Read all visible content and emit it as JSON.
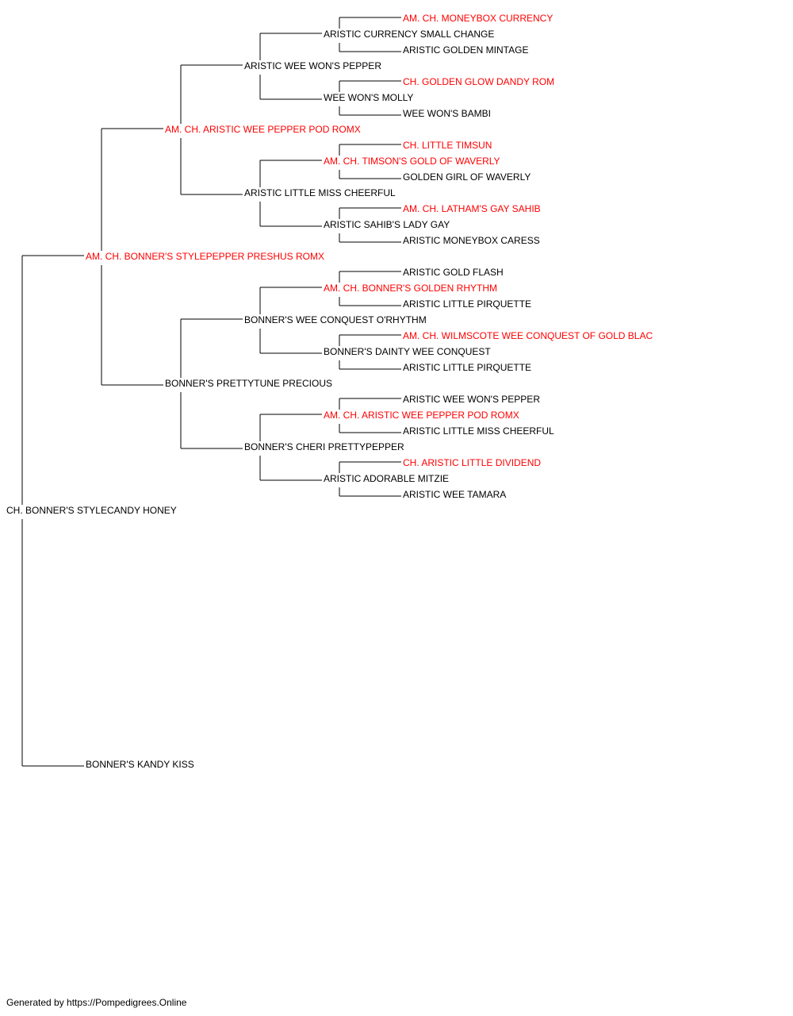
{
  "colors": {
    "champion": "#ff0000",
    "normal": "#000000",
    "line": "#000000"
  },
  "pedigree": {
    "name": "CH. BONNER'S STYLECANDY HONEY",
    "champion": false,
    "sire": {
      "name": "AM. CH. BONNER'S STYLEPEPPER PRESHUS ROMX",
      "champion": true,
      "sire": {
        "name": "AM. CH. ARISTIC WEE PEPPER POD ROMX",
        "champion": true,
        "sire": {
          "name": "ARISTIC WEE WON'S PEPPER",
          "champion": false,
          "sire": {
            "name": "ARISTIC CURRENCY SMALL CHANGE",
            "champion": false,
            "sire": {
              "name": "AM. CH. MONEYBOX CURRENCY",
              "champion": true
            },
            "dam": {
              "name": "ARISTIC GOLDEN MINTAGE",
              "champion": false
            }
          },
          "dam": {
            "name": "WEE WON'S MOLLY",
            "champion": false,
            "sire": {
              "name": "CH. GOLDEN GLOW DANDY ROM",
              "champion": true
            },
            "dam": {
              "name": "WEE WON'S BAMBI",
              "champion": false
            }
          }
        },
        "dam": {
          "name": "ARISTIC LITTLE MISS CHEERFUL",
          "champion": false,
          "sire": {
            "name": "AM. CH. TIMSON'S GOLD OF WAVERLY",
            "champion": true,
            "sire": {
              "name": "CH. LITTLE TIMSUN",
              "champion": true
            },
            "dam": {
              "name": "GOLDEN GIRL OF WAVERLY",
              "champion": false
            }
          },
          "dam": {
            "name": "ARISTIC SAHIB'S LADY GAY",
            "champion": false,
            "sire": {
              "name": "AM. CH. LATHAM'S GAY SAHIB",
              "champion": true
            },
            "dam": {
              "name": "ARISTIC MONEYBOX CARESS",
              "champion": false
            }
          }
        }
      },
      "dam": {
        "name": "BONNER'S PRETTYTUNE PRECIOUS",
        "champion": false,
        "sire": {
          "name": "BONNER'S WEE CONQUEST O'RHYTHM",
          "champion": false,
          "sire": {
            "name": "AM. CH. BONNER'S GOLDEN RHYTHM",
            "champion": true,
            "sire": {
              "name": "ARISTIC GOLD FLASH",
              "champion": false
            },
            "dam": {
              "name": "ARISTIC LITTLE PIRQUETTE",
              "champion": false
            }
          },
          "dam": {
            "name": "BONNER'S DAINTY WEE CONQUEST",
            "champion": false,
            "sire": {
              "name": "AM. CH. WILMSCOTE WEE CONQUEST OF GOLD BLAC",
              "champion": true
            },
            "dam": {
              "name": "ARISTIC LITTLE PIRQUETTE",
              "champion": false
            }
          }
        },
        "dam": {
          "name": "BONNER'S CHERI PRETTYPEPPER",
          "champion": false,
          "sire": {
            "name": "AM. CH. ARISTIC WEE PEPPER POD ROMX",
            "champion": true,
            "sire": {
              "name": "ARISTIC WEE WON'S PEPPER",
              "champion": false
            },
            "dam": {
              "name": "ARISTIC LITTLE MISS CHEERFUL",
              "champion": false
            }
          },
          "dam": {
            "name": "ARISTIC ADORABLE MITZIE",
            "champion": false,
            "sire": {
              "name": "CH. ARISTIC LITTLE DIVIDEND",
              "champion": true
            },
            "dam": {
              "name": "ARISTIC WEE TAMARA",
              "champion": false
            }
          }
        }
      }
    },
    "dam": {
      "name": "BONNER'S KANDY KISS",
      "champion": false
    }
  },
  "footer": "Generated by https://Pompedigrees.Online"
}
